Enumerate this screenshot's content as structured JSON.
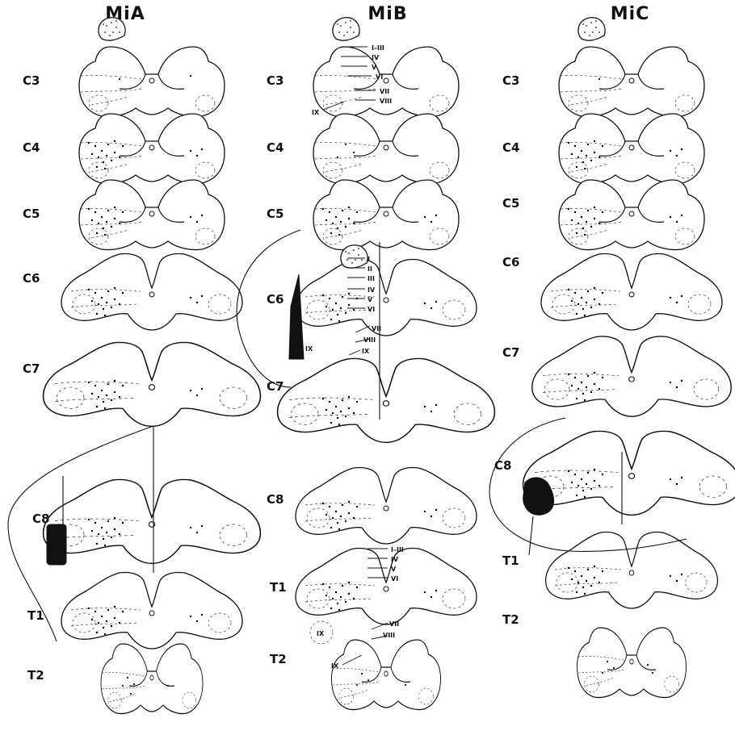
{
  "columns": [
    {
      "title": "MiA",
      "segments": [
        "C3",
        "C4",
        "C5",
        "C6",
        "C7",
        "C8",
        "T1",
        "T2"
      ]
    },
    {
      "title": "MiB",
      "segments": [
        "C3",
        "C4",
        "C5",
        "C6",
        "C7",
        "C8",
        "T1",
        "T2"
      ],
      "laminae_c3": [
        "I–III",
        "IV",
        "V",
        "VI",
        "VII",
        "VIII",
        "IX"
      ],
      "laminae_c6": [
        "I",
        "II",
        "III",
        "IV",
        "V",
        "VI",
        "VII",
        "VIII",
        "IX",
        "IX"
      ],
      "laminae_t1": [
        "I–III",
        "IV",
        "V",
        "VI",
        "VII",
        "VIII",
        "IX",
        "IX"
      ]
    },
    {
      "title": "MiC",
      "segments": [
        "C3",
        "C4",
        "C5",
        "C6",
        "C7",
        "C8",
        "T1",
        "T2"
      ]
    }
  ]
}
